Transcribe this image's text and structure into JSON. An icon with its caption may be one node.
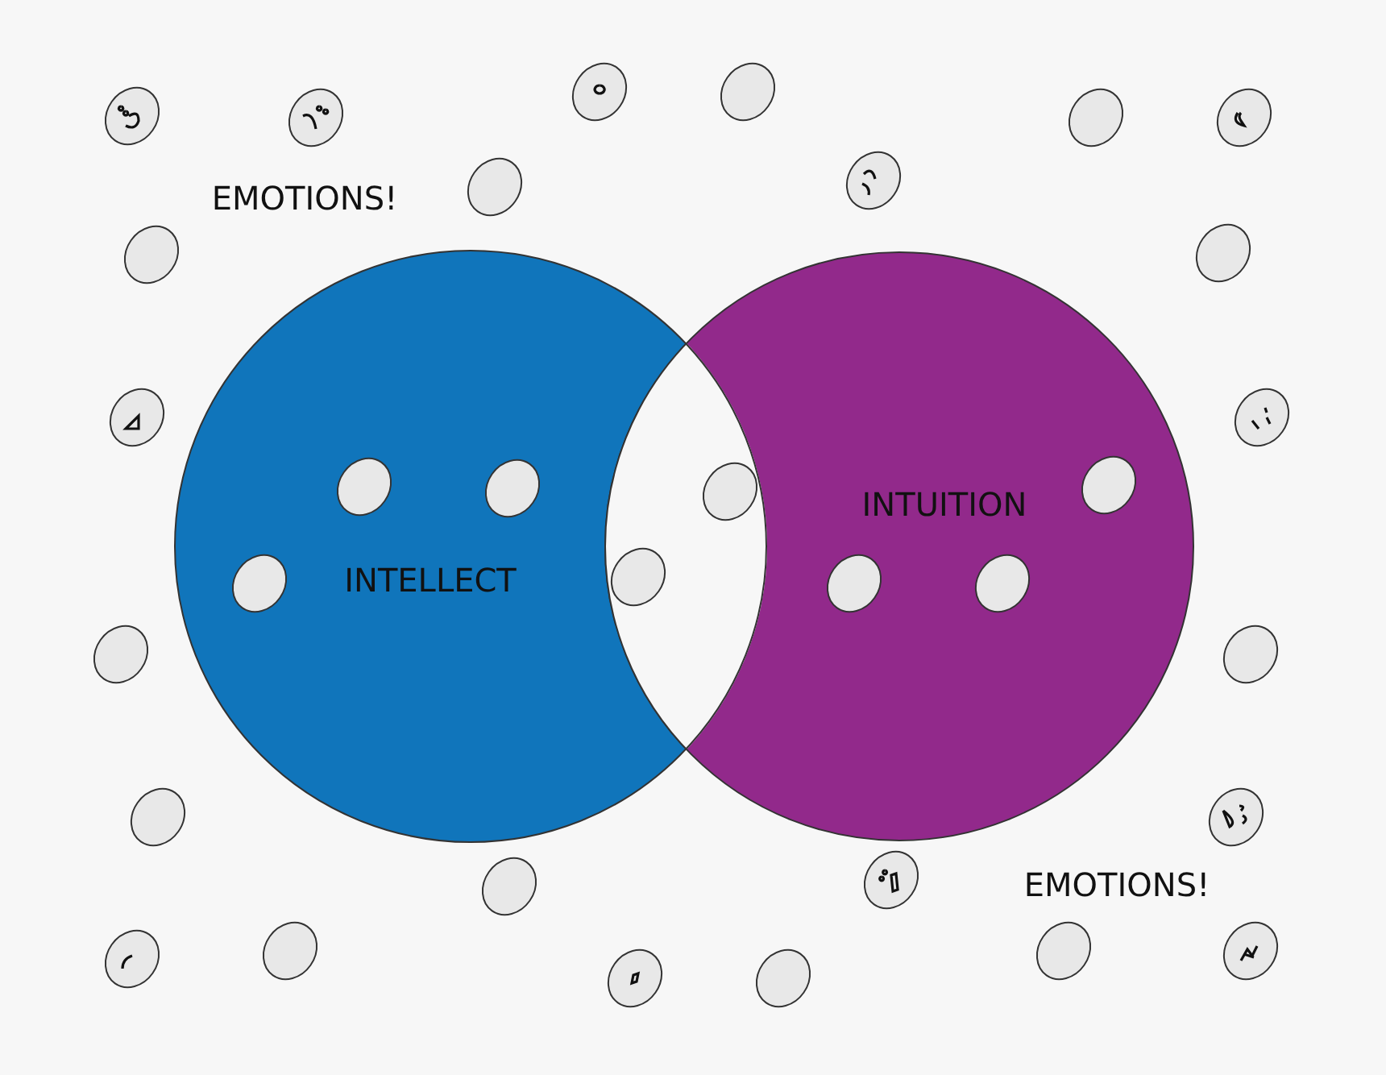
{
  "diagram": {
    "nodes": [
      {
        "text": [
          "INTELLECT"
        ]
      },
      {
        "text": [
          "INTUITION"
        ]
      }
    ],
    "labels": [
      "EMOTIONS!",
      "EMOTIONS!"
    ]
  }
}
